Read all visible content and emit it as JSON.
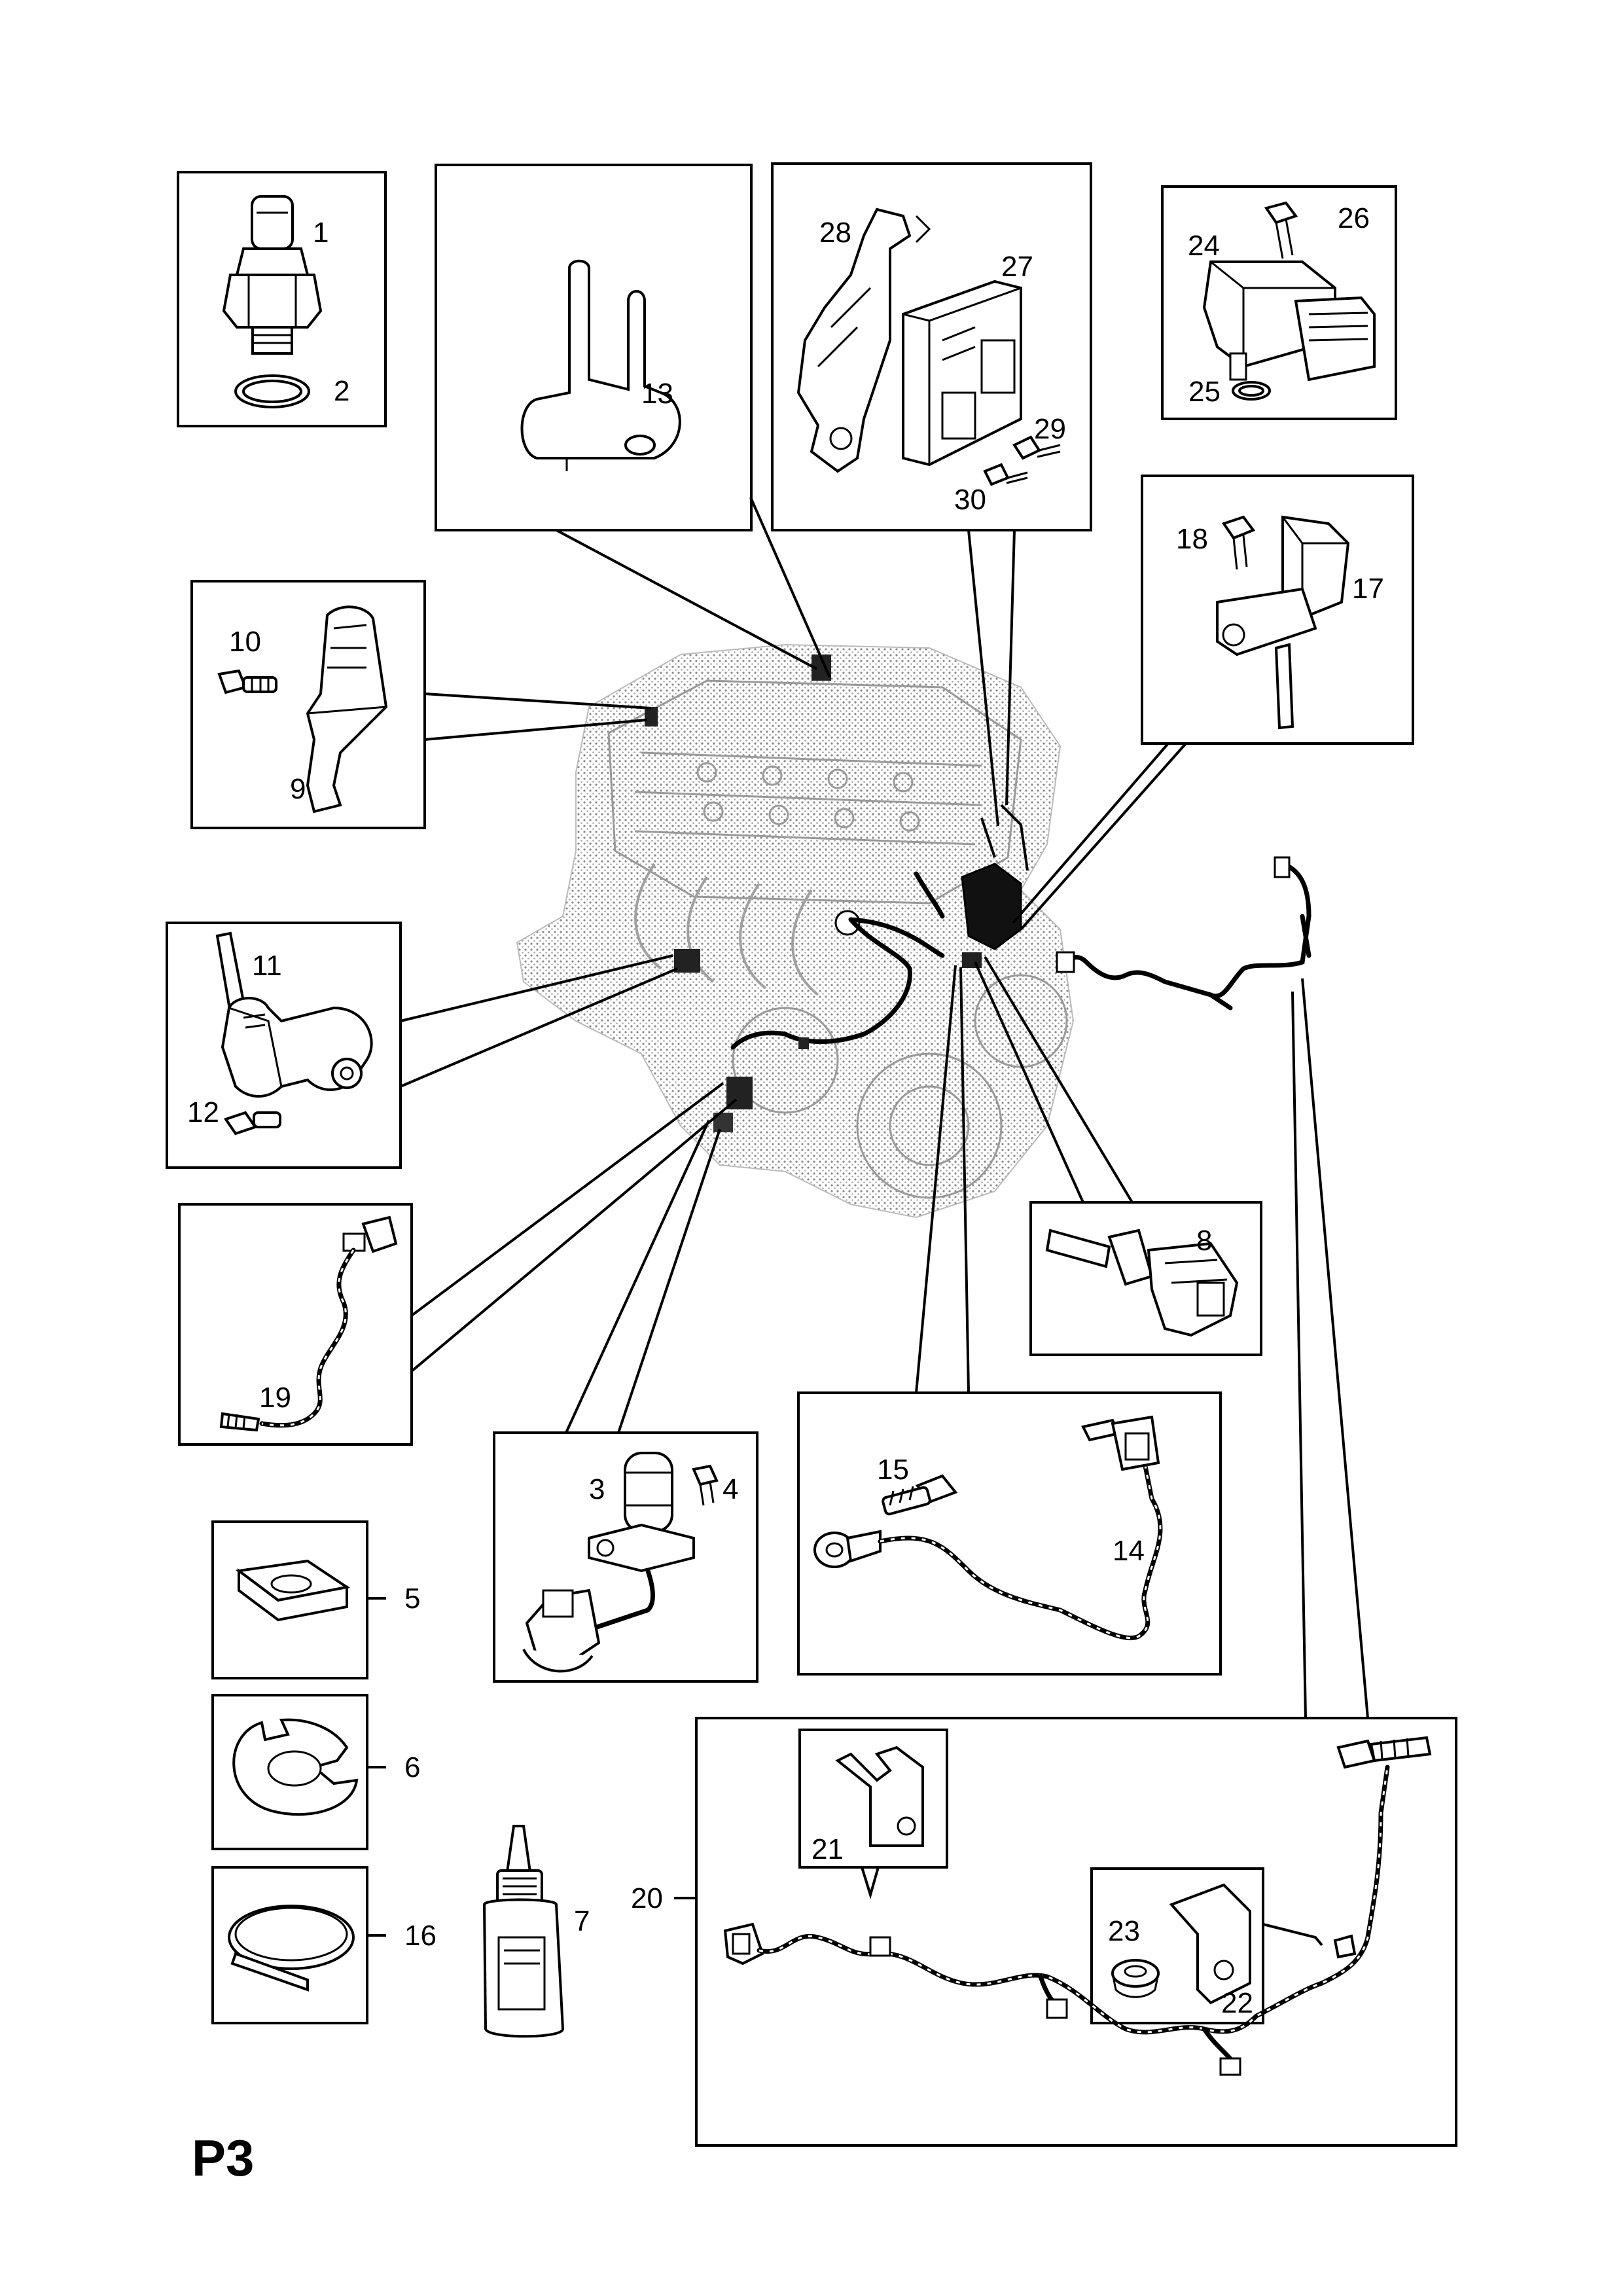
{
  "page_code": "P3",
  "callouts": {
    "c1": "1",
    "c2": "2",
    "c3": "3",
    "c4": "4",
    "c5": "5",
    "c6": "6",
    "c7": "7",
    "c8": "8",
    "c9": "9",
    "c10": "10",
    "c11": "11",
    "c12": "12",
    "c13": "13",
    "c14": "14",
    "c15": "15",
    "c16": "16",
    "c17": "17",
    "c18": "18",
    "c19": "19",
    "c20": "20",
    "c21": "21",
    "c22": "22",
    "c23": "23",
    "c24": "24",
    "c25": "25",
    "c26": "26",
    "c27": "27",
    "c28": "28",
    "c29": "29",
    "c30": "30"
  }
}
